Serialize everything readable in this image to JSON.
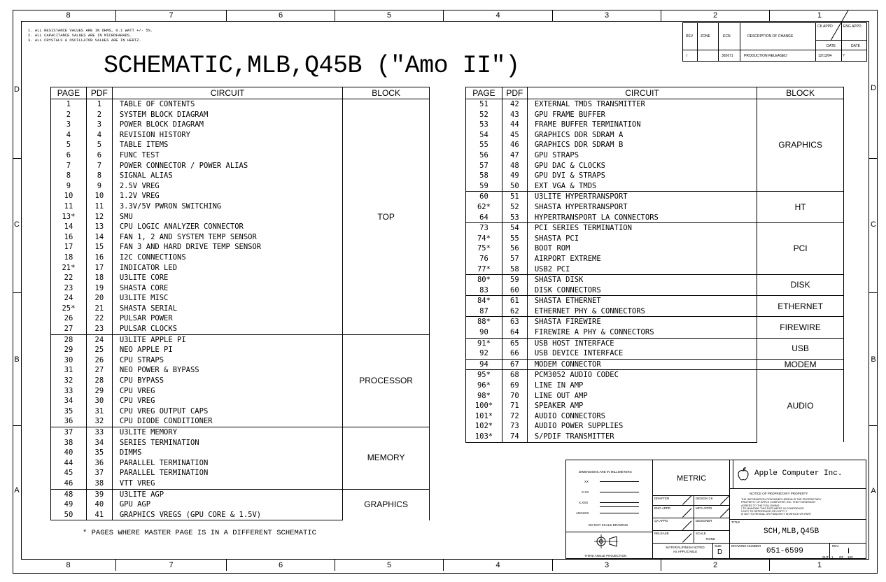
{
  "zones": {
    "columns_top": [
      "8",
      "7",
      "6",
      "5",
      "4",
      "3",
      "2",
      "1"
    ],
    "columns_bottom": [
      "8",
      "7",
      "6",
      "5",
      "4",
      "3",
      "2",
      "1"
    ],
    "rows": [
      "D",
      "C",
      "B",
      "A"
    ]
  },
  "notes": [
    "1. ALL RESISTANCE VALUES ARE IN OHMS, 0.1 WATT +/- 5%.",
    "2. ALL CAPACITANCE VALUES ARE IN MICROFARADS.",
    "3. ALL CRYSTALS & OSCILLATOR VALUES ARE IN HERTZ."
  ],
  "title": "SCHEMATIC,MLB,Q45B (\"Amo II\")",
  "headers": {
    "page": "PAGE",
    "pdf": "PDF",
    "circuit": "CIRCUIT",
    "block": "BLOCK"
  },
  "left_table": [
    {
      "block": "TOP",
      "rows": [
        [
          "1",
          "1",
          "TABLE OF CONTENTS"
        ],
        [
          "2",
          "2",
          "SYSTEM BLOCK DIAGRAM"
        ],
        [
          "3",
          "3",
          "POWER BLOCK DIAGRAM"
        ],
        [
          "4",
          "4",
          "REVISION HISTORY"
        ],
        [
          "5",
          "5",
          "TABLE ITEMS"
        ],
        [
          "6",
          "6",
          "FUNC TEST"
        ],
        [
          "7",
          "7",
          "POWER CONNECTOR / POWER ALIAS"
        ],
        [
          "8",
          "8",
          "SIGNAL ALIAS"
        ],
        [
          "9",
          "9",
          "2.5V VREG"
        ],
        [
          "10",
          "10",
          "1.2V VREG"
        ],
        [
          "11",
          "11",
          "3.3V/5V PWRON SWITCHING"
        ],
        [
          "13*",
          "12",
          "SMU"
        ],
        [
          "14",
          "13",
          "CPU LOGIC ANALYZER CONNECTOR"
        ],
        [
          "16",
          "14",
          "FAN 1, 2 AND SYSTEM TEMP SENSOR"
        ],
        [
          "17",
          "15",
          "FAN 3 AND HARD DRIVE TEMP SENSOR"
        ],
        [
          "18",
          "16",
          "I2C CONNECTIONS"
        ],
        [
          "21*",
          "17",
          "INDICATOR LED"
        ],
        [
          "22",
          "18",
          "U3LITE CORE"
        ],
        [
          "23",
          "19",
          "SHASTA CORE"
        ],
        [
          "24",
          "20",
          "U3LITE MISC"
        ],
        [
          "25*",
          "21",
          "SHASTA SERIAL"
        ],
        [
          "26",
          "22",
          "PULSAR POWER"
        ],
        [
          "27",
          "23",
          "PULSAR CLOCKS"
        ]
      ]
    },
    {
      "block": "PROCESSOR",
      "rows": [
        [
          "28",
          "24",
          "U3LITE APPLE PI"
        ],
        [
          "29",
          "25",
          "NEO APPLE PI"
        ],
        [
          "30",
          "26",
          "CPU STRAPS"
        ],
        [
          "31",
          "27",
          "NEO POWER & BYPASS"
        ],
        [
          "32",
          "28",
          "CPU BYPASS"
        ],
        [
          "33",
          "29",
          "CPU VREG"
        ],
        [
          "34",
          "30",
          "CPU VREG"
        ],
        [
          "35",
          "31",
          "CPU VREG OUTPUT CAPS"
        ],
        [
          "36",
          "32",
          "CPU DIODE CONDITIONER"
        ]
      ]
    },
    {
      "block": "MEMORY",
      "rows": [
        [
          "37",
          "33",
          "U3LITE MEMORY"
        ],
        [
          "38",
          "34",
          "SERIES TERMINATION"
        ],
        [
          "40",
          "35",
          "DIMMS"
        ],
        [
          "44",
          "36",
          "PARALLEL TERMINATION"
        ],
        [
          "45",
          "37",
          "PARALLEL TERMINATION"
        ],
        [
          "46",
          "38",
          "VTT VREG"
        ]
      ]
    },
    {
      "block": "GRAPHICS",
      "rows": [
        [
          "48",
          "39",
          "U3LITE AGP"
        ],
        [
          "49",
          "40",
          "GPU AGP"
        ],
        [
          "50",
          "41",
          "GRAPHICS VREGS (GPU CORE & 1.5V)"
        ]
      ]
    }
  ],
  "right_table": [
    {
      "block": "GRAPHICS",
      "rows": [
        [
          "51",
          "42",
          "EXTERNAL TMDS TRANSMITTER"
        ],
        [
          "52",
          "43",
          "GPU FRAME BUFFER"
        ],
        [
          "53",
          "44",
          "FRAME BUFFER TERMINATION"
        ],
        [
          "54",
          "45",
          "GRAPHICS DDR SDRAM A"
        ],
        [
          "55",
          "46",
          "GRAPHICS DDR SDRAM B"
        ],
        [
          "56",
          "47",
          "GPU STRAPS"
        ],
        [
          "57",
          "48",
          "GPU DAC & CLOCKS"
        ],
        [
          "58",
          "49",
          "GPU DVI & STRAPS"
        ],
        [
          "59",
          "50",
          "EXT VGA & TMDS"
        ]
      ]
    },
    {
      "block": "HT",
      "rows": [
        [
          "60",
          "51",
          "U3LITE HYPERTRANSPORT"
        ],
        [
          "62*",
          "52",
          "SHASTA HYPERTRANSPORT"
        ],
        [
          "64",
          "53",
          "HYPERTRANSPORT LA CONNECTORS"
        ]
      ]
    },
    {
      "block": "PCI",
      "rows": [
        [
          "73",
          "54",
          "PCI SERIES TERMINATION"
        ],
        [
          "74*",
          "55",
          "SHASTA PCI"
        ],
        [
          "75*",
          "56",
          "BOOT ROM"
        ],
        [
          "76",
          "57",
          "AIRPORT EXTREME"
        ],
        [
          "77*",
          "58",
          "USB2 PCI"
        ]
      ]
    },
    {
      "block": "DISK",
      "rows": [
        [
          "80*",
          "59",
          "SHASTA DISK"
        ],
        [
          "83",
          "60",
          "DISK CONNECTORS"
        ]
      ]
    },
    {
      "block": "ETHERNET",
      "rows": [
        [
          "84*",
          "61",
          "SHASTA ETHERNET"
        ],
        [
          "87",
          "62",
          "ETHERNET PHY & CONNECTORS"
        ]
      ]
    },
    {
      "block": "FIREWIRE",
      "rows": [
        [
          "88*",
          "63",
          "SHASTA FIREWIRE"
        ],
        [
          "90",
          "64",
          "FIREWIRE A PHY & CONNECTORS"
        ]
      ]
    },
    {
      "block": "USB",
      "rows": [
        [
          "91*",
          "65",
          "USB HOST INTERFACE"
        ],
        [
          "92",
          "66",
          "USB DEVICE INTERFACE"
        ]
      ]
    },
    {
      "block": "MODEM",
      "rows": [
        [
          "94",
          "67",
          "MODEM CONNECTOR"
        ]
      ]
    },
    {
      "block": "AUDIO",
      "rows": [
        [
          "95*",
          "68",
          "PCM3052 AUDIO CODEC"
        ],
        [
          "96*",
          "69",
          "LINE IN AMP"
        ],
        [
          "98*",
          "70",
          "LINE OUT AMP"
        ],
        [
          "100*",
          "71",
          "SPEAKER AMP"
        ],
        [
          "101*",
          "72",
          "AUDIO CONNECTORS"
        ],
        [
          "102*",
          "73",
          "AUDIO POWER SUPPLIES"
        ],
        [
          "103*",
          "74",
          "S/PDIF TRANSMITTER"
        ]
      ]
    }
  ],
  "footnote": "* PAGES WHERE MASTER PAGE IS IN A DIFFERENT SCHEMATIC",
  "revision_block": {
    "headers": {
      "rev": "REV",
      "zone": "ZONE",
      "ecn": "ECN",
      "description": "DESCRIPTION OF CHANGE",
      "ck_appd": "CK APPD",
      "eng_appd": "ENG APPD",
      "date1": "DATE",
      "date2": "DATE"
    },
    "row": {
      "rev": "I",
      "zone": "",
      "ecn": "365671",
      "description": "PRODUCTION RELEASED",
      "date": "12/13/04",
      "check": "?"
    }
  },
  "title_block": {
    "dimensions_note": "DIMENSIONS ARE IN MILLIMETERS",
    "tol_labels": [
      "XX",
      "X.XX",
      "X.XXX",
      "ANGLES"
    ],
    "do_not_scale": "DO NOT SCALE DRAWING",
    "projection": "THIRD ANGLE PROJECTION",
    "metric": "METRIC",
    "company": "Apple Computer Inc.",
    "sign_labels": [
      "DRAFTER",
      "DESIGN CK",
      "ENG APPD",
      "MFG APPD",
      "QA APPD",
      "DESIGNER",
      "RELEASE",
      "SCALE"
    ],
    "scale_value": "NONE",
    "material_finish": "MATERIAL/FINISH NOTED AS APPLICABLE",
    "notice_title": "NOTICE OF PROPRIETARY PROPERTY",
    "notice_text": [
      "THE INFORMATION CONTAINED HEREIN IS THE PROPRIETARY",
      "PROPERTY OF APPLE COMPUTER, INC. THE POSSESSOR",
      "AGREES TO THE FOLLOWING:",
      "I TO MAINTAIN THIS DOCUMENT IN CONFIDENCE",
      "II NOT TO REPRODUCE OR COPY IT",
      "III NOT TO REVEAL OR PUBLISH IT IN WHOLE OR PART"
    ],
    "title_label": "TITLE",
    "title_value": "SCH,MLB,Q45B",
    "size_label": "SIZE",
    "size_value": "D",
    "drawing_number_label": "DRAWING NUMBER",
    "drawing_number": "051-6599",
    "rev_label": "REV.",
    "rev_value": "I",
    "sheet_label": "SHT",
    "sheet_value": "1",
    "of_label": "OF",
    "of_value": "103"
  }
}
